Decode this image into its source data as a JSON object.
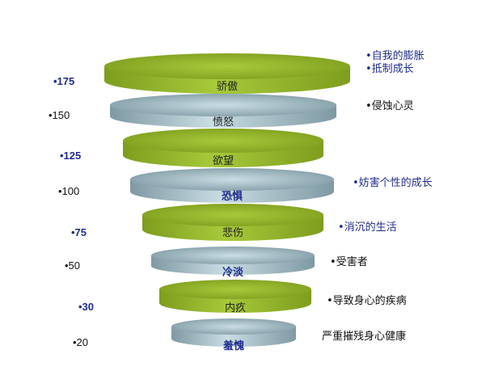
{
  "colors": {
    "green_top": "#a7c93a",
    "green_side": "#7e9d1e",
    "steel_top": "#c9dde3",
    "steel_side": "#7f99a3",
    "label_blue": "#1f2c8f",
    "label_dark": "#222222"
  },
  "levels": [
    {
      "value": "•175",
      "value_style": "blue",
      "label": "骄傲",
      "label_style": "dark",
      "color": "green",
      "note": "•自我的膨胀\n•抵制成长",
      "note_style": "blue"
    },
    {
      "value": "•150",
      "value_style": "black",
      "label": "愤怒",
      "label_style": "dark",
      "color": "steel",
      "note": "•侵蚀心灵",
      "note_style": "black"
    },
    {
      "value": "•125",
      "value_style": "blue",
      "label": "欲望",
      "label_style": "dark",
      "color": "green",
      "note": "",
      "note_style": "blue"
    },
    {
      "value": "•100",
      "value_style": "black",
      "label": "恐惧",
      "label_style": "blue",
      "color": "steel",
      "note": "•妨害个性的成长",
      "note_style": "blue"
    },
    {
      "value": "•75",
      "value_style": "blue",
      "label": "悲伤",
      "label_style": "dark",
      "color": "green",
      "note": "•消沉的生活",
      "note_style": "blue"
    },
    {
      "value": "•50",
      "value_style": "black",
      "label": "冷淡",
      "label_style": "blue",
      "color": "steel",
      "note": "•受害者",
      "note_style": "black"
    },
    {
      "value": "•30",
      "value_style": "blue",
      "label": "内疚",
      "label_style": "dark",
      "color": "green",
      "note": "•导致身心的疾病",
      "note_style": "black"
    },
    {
      "value": "•20",
      "value_style": "black",
      "label": "羞愧",
      "label_style": "blue",
      "color": "steel",
      "note": "严重摧残身心健康",
      "note_style": "black"
    }
  ]
}
